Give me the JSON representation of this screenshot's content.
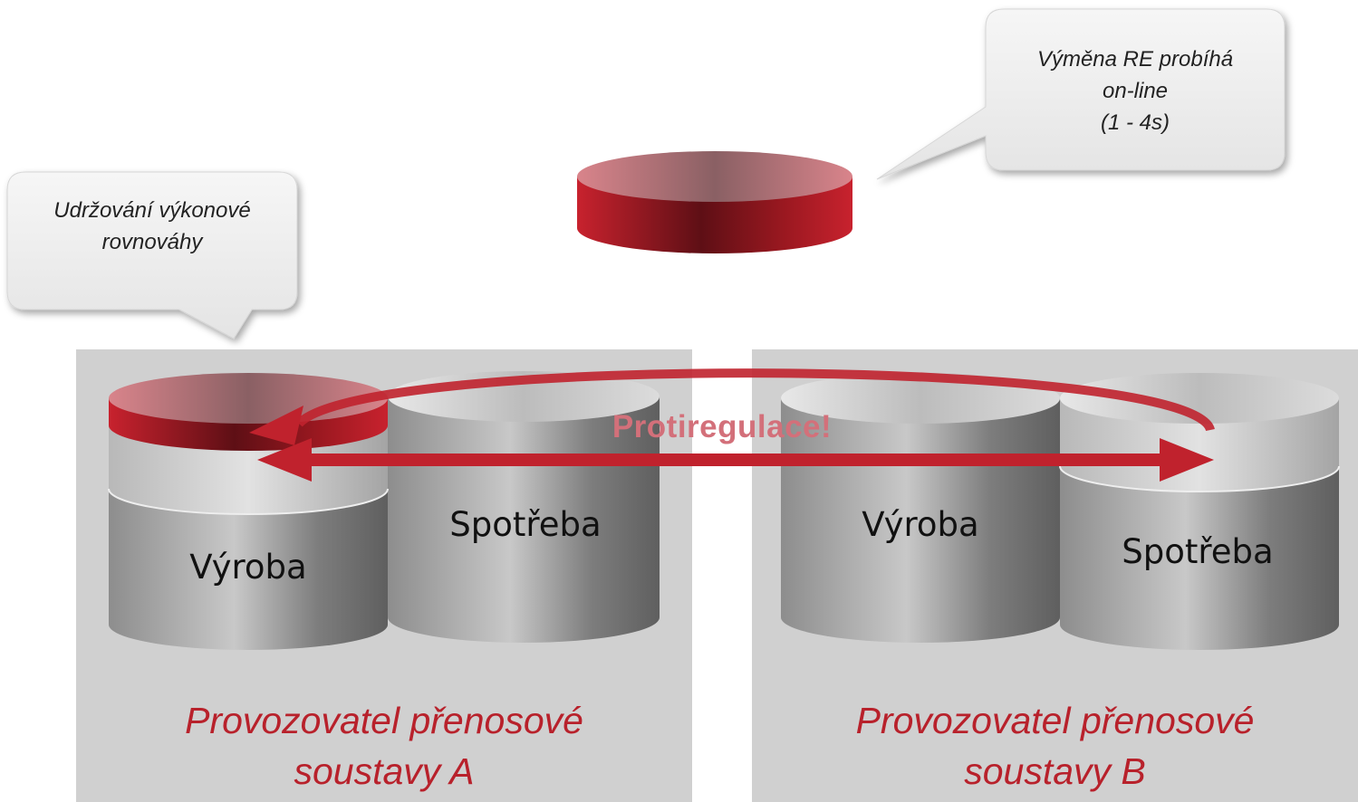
{
  "callouts": {
    "exchange": {
      "lines": [
        "Výměna RE probíhá",
        "on-line",
        "(1 - 4s)"
      ]
    },
    "balance": {
      "lines": [
        "Udržování výkonové",
        "rovnováhy"
      ]
    }
  },
  "panels": {
    "a": {
      "label_lines": [
        "Provozovatel přenosové",
        "soustavy A"
      ],
      "production_label": "Výroba",
      "consumption_label": "Spotřeba"
    },
    "b": {
      "label_lines": [
        "Provozovatel přenosové",
        "soustavy B"
      ],
      "production_label": "Výroba",
      "consumption_label": "Spotřeba"
    }
  },
  "arrows": {
    "label": "Protiregulace!"
  },
  "colors": {
    "panel_bg": "#d0d0d0",
    "accent_red": "#c0222d",
    "label_red": "#b8212b",
    "cylinder_grey": "#8a8a8a"
  }
}
